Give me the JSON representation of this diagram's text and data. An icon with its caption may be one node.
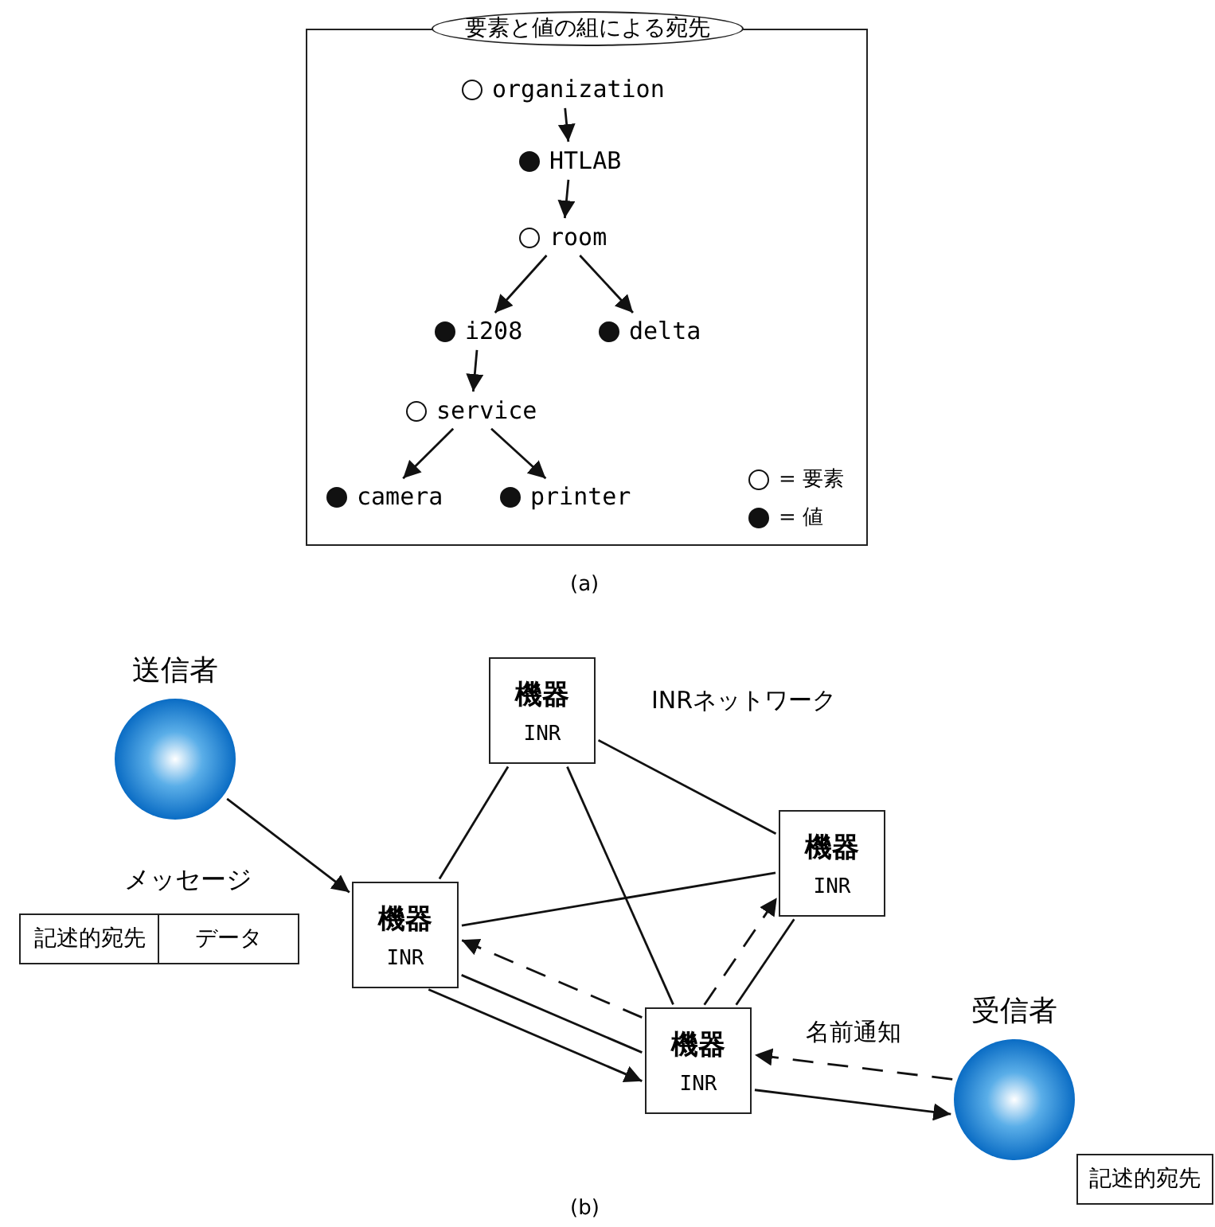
{
  "diagram": {
    "nodes": [
      {
        "text": [
          "要素と値の組による宛先"
        ]
      },
      {
        "text": [
          "organization"
        ],
        "in": 0
      },
      {
        "text": [
          "HTLAB"
        ],
        "in": 0
      },
      {
        "text": [
          "room"
        ],
        "in": 0
      },
      {
        "text": [
          "i208"
        ],
        "in": 0
      },
      {
        "text": [
          "delta"
        ],
        "in": 0
      },
      {
        "text": [
          "service"
        ],
        "in": 0
      },
      {
        "text": [
          "camera"
        ],
        "in": 0
      },
      {
        "text": [
          "printer"
        ],
        "in": 0
      },
      {
        "text": [
          "送信者"
        ]
      },
      {
        "text": [
          "機器",
          "INR"
        ]
      },
      {
        "text": [
          "機器",
          "INR"
        ]
      },
      {
        "text": [
          "記述的宛先"
        ]
      },
      {
        "text": [
          "データ"
        ]
      },
      {
        "text": [
          "機器",
          "INR"
        ]
      },
      {
        "text": [
          "機器",
          "INR"
        ]
      },
      {
        "text": [
          "受信者"
        ]
      },
      {
        "text": [
          "記述的宛先"
        ]
      }
    ],
    "edges": [
      {
        "from": 1,
        "to": 2,
        "arrow": "to"
      },
      {
        "from": 2,
        "to": 3,
        "arrow": "to"
      },
      {
        "from": 3,
        "to": 4,
        "arrow": "to"
      },
      {
        "from": 3,
        "to": 5,
        "arrow": "to"
      },
      {
        "from": 4,
        "to": 6,
        "arrow": "to"
      },
      {
        "from": 6,
        "to": 7,
        "arrow": "to"
      },
      {
        "from": 6,
        "to": 8,
        "arrow": "to"
      },
      {
        "from": 9,
        "to": 14,
        "arrow": "to"
      },
      {
        "from": 10,
        "to": 14,
        "arrow": "none"
      },
      {
        "from": 10,
        "to": 15,
        "arrow": "none"
      },
      {
        "from": 10,
        "to": 11,
        "arrow": "none"
      },
      {
        "from": 14,
        "to": 11,
        "arrow": "none"
      },
      {
        "from": 11,
        "to": 15,
        "arrow": "none"
      },
      {
        "from": 15,
        "to": 14,
        "arrow": "to",
        "style": "dashed"
      },
      {
        "from": 15,
        "to": 11,
        "arrow": "to",
        "style": "dashed"
      },
      {
        "from": 14,
        "to": 15,
        "arrow": "none"
      },
      {
        "from": 14,
        "to": 15,
        "arrow": "to"
      },
      {
        "from": 15,
        "to": 16,
        "arrow": "to"
      },
      {
        "from": 16,
        "to": 15,
        "arrow": "to",
        "style": "dashed",
        "label": "名前通知"
      }
    ],
    "labels": [
      "(a)",
      "INRネットワーク",
      "メッセージ",
      "(b)"
    ],
    "legend": [
      {
        "text": "= 要素"
      },
      {
        "text": "= 値"
      }
    ]
  }
}
